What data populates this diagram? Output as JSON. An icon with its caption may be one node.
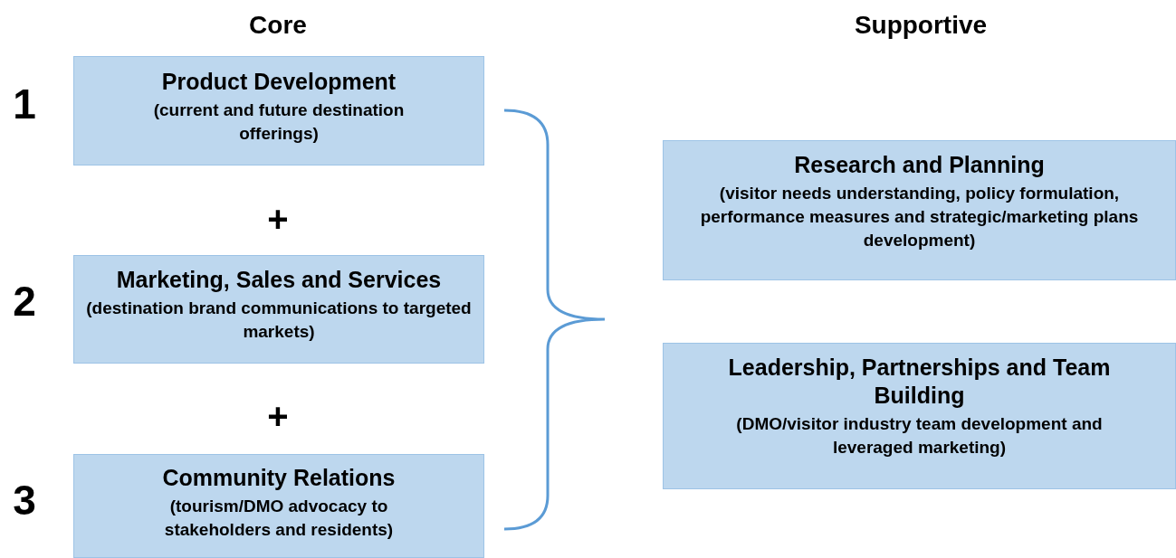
{
  "diagram": {
    "nodes": [
      {
        "text": [
          "Product Development",
          "(current and future destination offerings)"
        ]
      },
      {
        "text": [
          "Marketing, Sales and Services",
          "(destination brand communications to targeted markets)"
        ]
      },
      {
        "text": [
          "Community Relations",
          "(tourism/DMO advocacy to stakeholders and residents)"
        ]
      },
      {
        "text": [
          "Research and Planning",
          "(visitor needs understanding, policy formulation, performance measures and strategic/marketing plans development)"
        ]
      },
      {
        "text": [
          "Leadership, Partnerships and Team Building",
          "(DMO/visitor industry team development and leveraged marketing)"
        ]
      }
    ],
    "labels": [
      "Core",
      "Supportive",
      "1",
      "+",
      "2",
      "+",
      "3"
    ]
  }
}
